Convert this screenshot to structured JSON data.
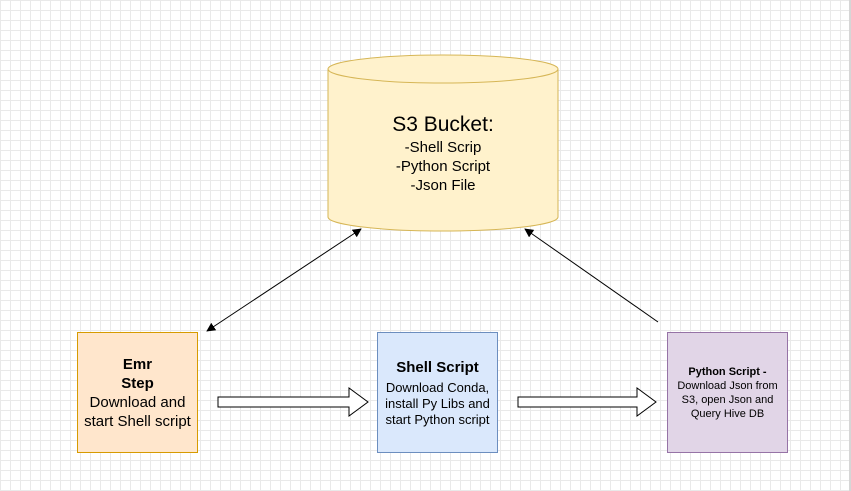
{
  "s3_bucket": {
    "title": "S3 Bucket:",
    "items": [
      "-Shell Scrip",
      "-Python Script",
      "-Json File"
    ]
  },
  "emr_step": {
    "title_line1": "Emr",
    "title_line2": "Step",
    "desc_line1": "Download and",
    "desc_line2": "start Shell script"
  },
  "shell_script": {
    "title": "Shell Script",
    "desc_line1": "Download Conda,",
    "desc_line2": "install Py Libs and",
    "desc_line3": "start Python script"
  },
  "python_script": {
    "title": "Python Script -",
    "desc_line1": "Download Json from",
    "desc_line2": "S3, open Json and",
    "desc_line3": "Query Hive DB"
  },
  "colors": {
    "s3_fill": "#fff2cc",
    "s3_stroke": "#d6b656",
    "emr_fill": "#ffe6cc",
    "emr_stroke": "#d79b00",
    "shell_fill": "#dae8fc",
    "shell_stroke": "#6c8ebf",
    "python_fill": "#e1d5e7",
    "python_stroke": "#9673a6"
  },
  "connections": [
    {
      "from": "emr_step",
      "to": "s3_bucket",
      "style": "double-headed line"
    },
    {
      "from": "python_script",
      "to": "s3_bucket",
      "style": "single-headed line"
    },
    {
      "from": "emr_step",
      "to": "shell_script",
      "style": "block arrow"
    },
    {
      "from": "shell_script",
      "to": "python_script",
      "style": "block arrow"
    }
  ]
}
